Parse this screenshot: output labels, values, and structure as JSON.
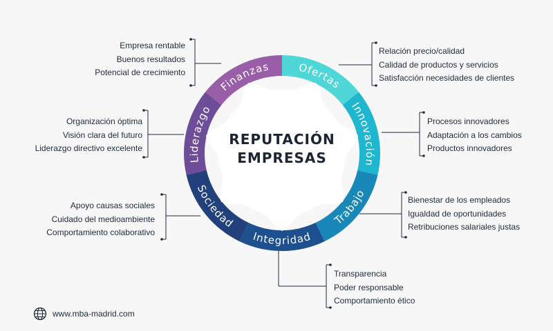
{
  "center": {
    "line1": "REPUTACIÓN",
    "line2": "EMPRESAS"
  },
  "segments": [
    {
      "name": "Finanzas",
      "color": "#9a5ea8",
      "items": [
        "Empresa rentable",
        "Buenos resultados",
        "Potencial de crecimiento"
      ]
    },
    {
      "name": "Ofertas",
      "color": "#4fd6d6",
      "items": [
        "Relación precio/calidad",
        "Calidad de productos y servicios",
        "Satisfacción necesidades de clientes"
      ]
    },
    {
      "name": "Innovación",
      "color": "#1fb6cf",
      "items": [
        "Procesos innovadores",
        "Adaptación a los cambios",
        "Productos innovadores"
      ]
    },
    {
      "name": "Trabajo",
      "color": "#1987b8",
      "items": [
        "Bienestar de los empleados",
        "Igualdad de oportunidades",
        "Retribuciones salariales justas"
      ]
    },
    {
      "name": "Integridad",
      "color": "#1e4f8f",
      "items": [
        "Transparencia",
        "Poder responsable",
        "Comportamiento ético"
      ]
    },
    {
      "name": "Sociedad",
      "color": "#22407c",
      "items": [
        "Apoyo causas sociales",
        "Cuidado del medioambiente",
        "Comportamiento colaborativo"
      ]
    },
    {
      "name": "Liderazgo",
      "color": "#6e4d98",
      "items": [
        "Organización óptima",
        "Visión clara del futuro",
        "Liderazgo directivo excelente"
      ]
    }
  ],
  "footer": {
    "website": "www.mba-madrid.com"
  },
  "colors": {
    "line": "#1e2a3a",
    "center_fill": "#ffffff",
    "background": "#f7f7f7"
  }
}
